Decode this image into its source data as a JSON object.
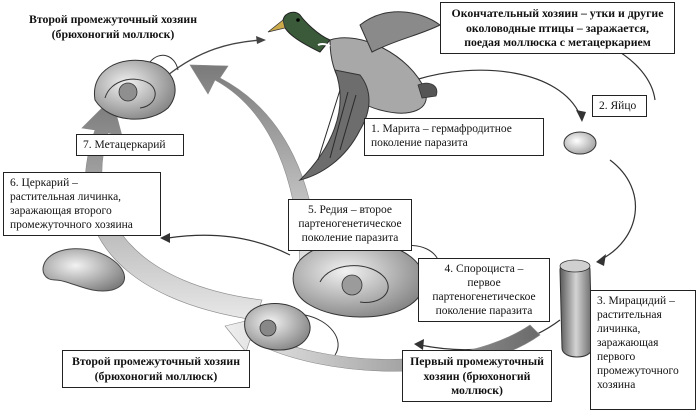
{
  "labels": {
    "top_left_host": {
      "lines": [
        "Второй промежуточный хозяин",
        "(брюхоногий моллюск)"
      ]
    },
    "final_host": {
      "lines": [
        "Окончательный хозяин – утки и другие",
        "околоводные птицы – заражается,",
        "поедая моллюска с метацеркарием"
      ]
    },
    "marita": {
      "lines": [
        "1. Марита – гермафродитное",
        "поколение паразита"
      ]
    },
    "egg": {
      "lines": [
        "2. Яйцо"
      ]
    },
    "miracidium": {
      "lines": [
        "3. Мирацидий –",
        "растительная",
        "личинка,",
        "заражающая",
        "первого",
        "промежуточного",
        "хозяина"
      ]
    },
    "sporocyst": {
      "lines": [
        "4. Спороциста –",
        "первое",
        "партеногенетическое",
        "поколение паразита"
      ]
    },
    "redia": {
      "lines": [
        "5. Редия – второе",
        "партеногенетическое",
        "поколение паразита"
      ]
    },
    "cercaria": {
      "lines": [
        "6. Церкарий –",
        "растительная личинка,",
        "заражающая второго",
        "промежуточного хозяина"
      ]
    },
    "metacercaria": {
      "lines": [
        "7. Метацеркарий"
      ]
    },
    "bottom_left_host": {
      "lines": [
        "Второй промежуточный хозяин",
        "(брюхоногий моллюск)"
      ]
    },
    "first_host": {
      "lines": [
        "Первый промежуточный",
        "хозяин (брюхоногий",
        "моллюск)"
      ]
    }
  },
  "colors": {
    "arrow_dark": "#555555",
    "arrow_light": "#d9d9d9",
    "shell": "#b5b5b5",
    "duck_head": "#3a5a3a",
    "egg": "#e6e6e6"
  }
}
